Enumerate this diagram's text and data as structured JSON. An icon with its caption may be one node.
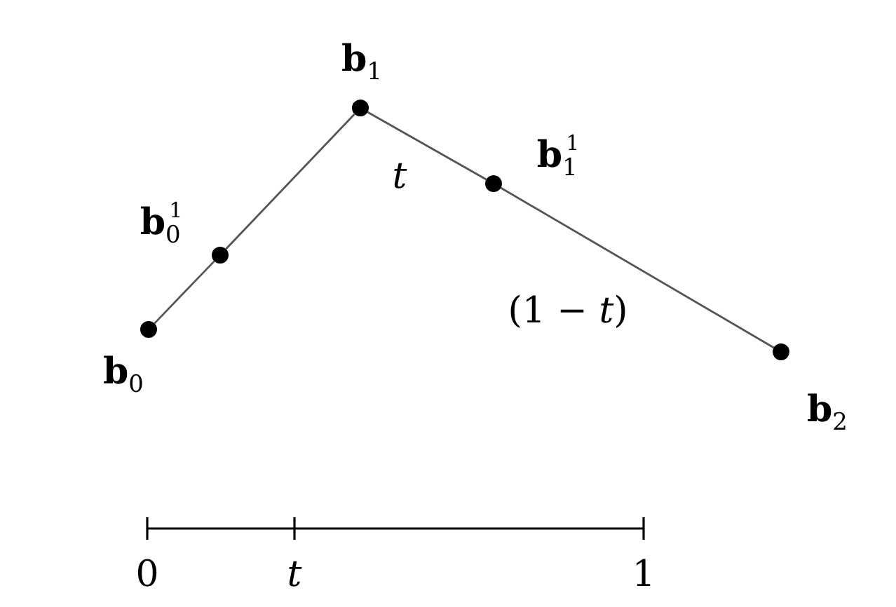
{
  "diagram": {
    "nodes": [
      {
        "text": [],
        "shape": "circle",
        "beside": [
          "**b**$_{0}$"
        ]
      },
      {
        "text": [],
        "shape": "circle",
        "beside": [
          "**b**$_{0}$$^{1}$"
        ]
      },
      {
        "text": [],
        "shape": "circle",
        "beside": [
          "**b**$_{1}$"
        ]
      },
      {
        "text": [],
        "shape": "circle",
        "beside": [
          "**b**$_{1}$$^{1}$"
        ]
      },
      {
        "text": [],
        "shape": "circle",
        "beside": [
          "**b**$_{2}$"
        ]
      }
    ],
    "edges": [
      {
        "from": 0,
        "to": 1,
        "arrow": "none"
      },
      {
        "from": 1,
        "to": 2,
        "arrow": "none"
      },
      {
        "from": 2,
        "to": 3,
        "arrow": "none",
        "label": "*t*"
      },
      {
        "from": 3,
        "to": 4,
        "arrow": "none",
        "label": "(1 − *t*)"
      }
    ],
    "labels": [
      "0",
      "*t*",
      "1"
    ]
  }
}
